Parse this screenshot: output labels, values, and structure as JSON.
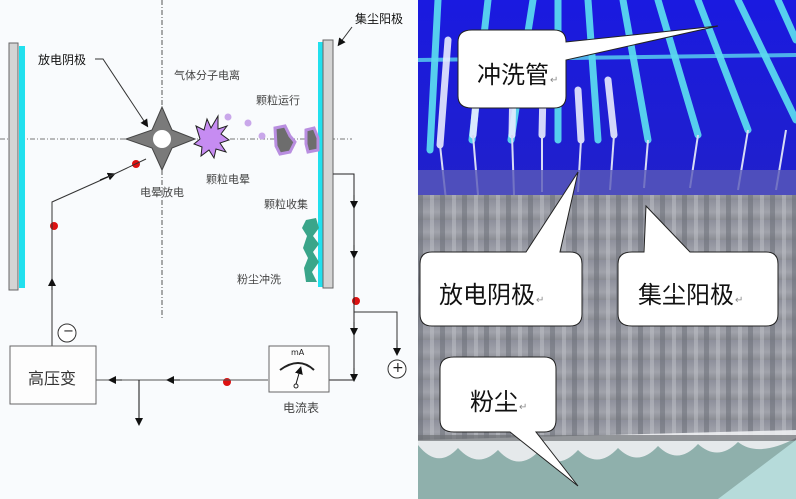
{
  "diagram": {
    "left": {
      "labels": {
        "discharge_cathode": "放电阴极",
        "collecting_anode": "集尘阳极",
        "gas_ionization": "气体分子电离",
        "particle_motion": "颗粒运行",
        "corona_discharge": "电晕放电",
        "particle_charging": "颗粒电晕",
        "particle_collection": "颗粒收集",
        "dust_flushing": "粉尘冲洗",
        "transformer": "高压变",
        "ammeter": "电流表",
        "ammeter_unit": "mA",
        "negative_terminal": "−",
        "positive_terminal": "+"
      },
      "colors": {
        "plate_gray": "#d4d4d4",
        "plate_cyan": "#22e0ee",
        "cathode_gray": "#7a7a7a",
        "corona_purple": "#c68cf2",
        "particle_purple": "#b98ee0",
        "dust_green": "#3aa58a",
        "current_red": "#dd1111",
        "wire": "#333333"
      }
    },
    "right": {
      "callouts": [
        {
          "id": "flush-pipe",
          "text": "冲洗管"
        },
        {
          "id": "discharge-cathode",
          "text": "放电阴极"
        },
        {
          "id": "collecting-anode",
          "text": "集尘阳极"
        },
        {
          "id": "dust",
          "text": "粉尘"
        }
      ],
      "paragraph_mark": "↵"
    }
  }
}
